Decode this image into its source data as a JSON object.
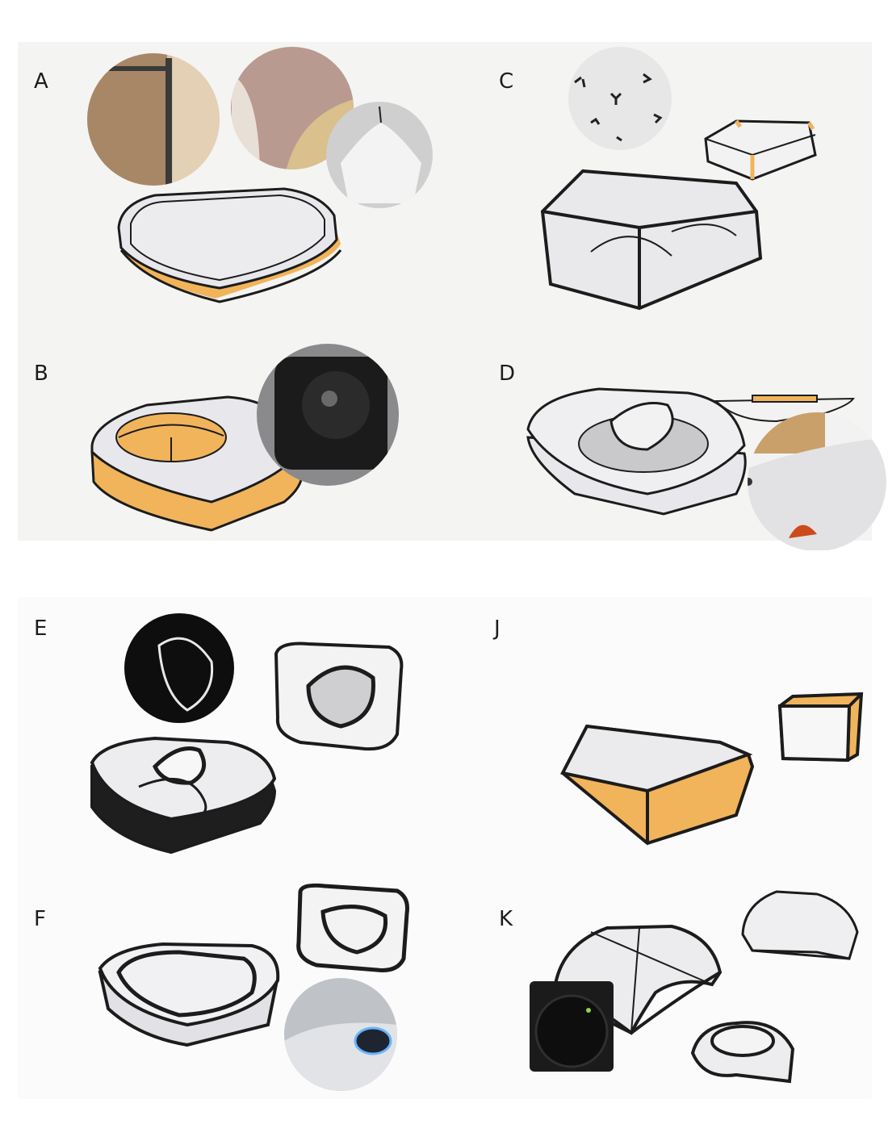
{
  "sheets": [
    {
      "panels": [
        {
          "id": "A",
          "label": "A"
        },
        {
          "id": "B",
          "label": "B"
        },
        {
          "id": "C",
          "label": "C"
        },
        {
          "id": "D",
          "label": "D"
        }
      ]
    },
    {
      "panels": [
        {
          "id": "E",
          "label": "E"
        },
        {
          "id": "F",
          "label": "F"
        },
        {
          "id": "J",
          "label": "J"
        },
        {
          "id": "K",
          "label": "K"
        }
      ]
    }
  ],
  "colors": {
    "paper": "#f4f4f3",
    "ink": "#1c1c1c",
    "marker_orange": "#f1b45b",
    "glass_gray": "#e3e3e6",
    "matte_black": "#1b1b1b",
    "indicator_green": "#8fd34a"
  }
}
